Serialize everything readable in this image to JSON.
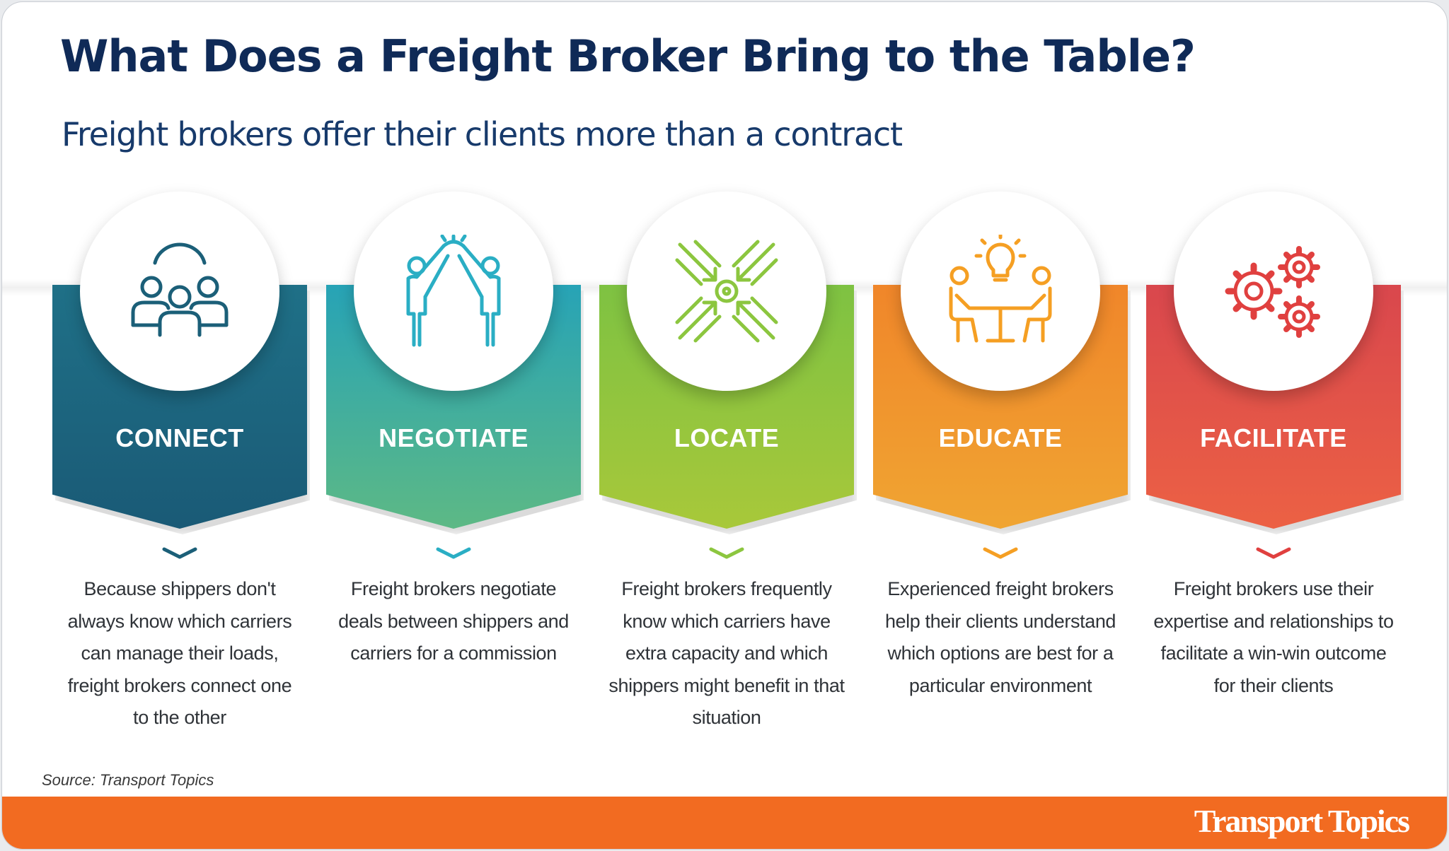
{
  "title": "What Does a Freight Broker Bring to the Table?",
  "subtitle": "Freight brokers offer their clients more than a contract",
  "steps": [
    {
      "label": "CONNECT",
      "icon": "people-group-icon",
      "description": "Because shippers don't always know which carriers can manage their loads, freight brokers connect one to the other",
      "colors": {
        "top": "#1f7087",
        "bottom": "#1a5a76",
        "icon": "#1b5f78"
      }
    },
    {
      "label": "NEGOTIATE",
      "icon": "high-five-icon",
      "description": "Freight brokers negotiate deals between shippers and carriers for a commission",
      "colors": {
        "top": "#27a3b6",
        "bottom": "#5db985",
        "icon": "#2aaec4"
      }
    },
    {
      "label": "LOCATE",
      "icon": "converging-arrows-icon",
      "description": "Freight brokers frequently know which carriers have extra capacity and which shippers might benefit in that situation",
      "colors": {
        "top": "#7ec242",
        "bottom": "#a8c83a",
        "icon": "#8cc63f"
      }
    },
    {
      "label": "EDUCATE",
      "icon": "meeting-lightbulb-icon",
      "description": "Experienced freight brokers help their clients understand which options are best for a particular environment",
      "colors": {
        "top": "#f0862a",
        "bottom": "#f0a532",
        "icon": "#f59f23"
      }
    },
    {
      "label": "FACILITATE",
      "icon": "gears-icon",
      "description": "Freight brokers use their expertise and relationships to facilitate a win-win outcome for their clients",
      "colors": {
        "top": "#d9474d",
        "bottom": "#ec6144",
        "icon": "#e0403f"
      }
    }
  ],
  "source": "Source: Transport Topics",
  "brand": "Transport Topics",
  "colors": {
    "title": "#0f2a57",
    "footer": "#f26b21"
  }
}
